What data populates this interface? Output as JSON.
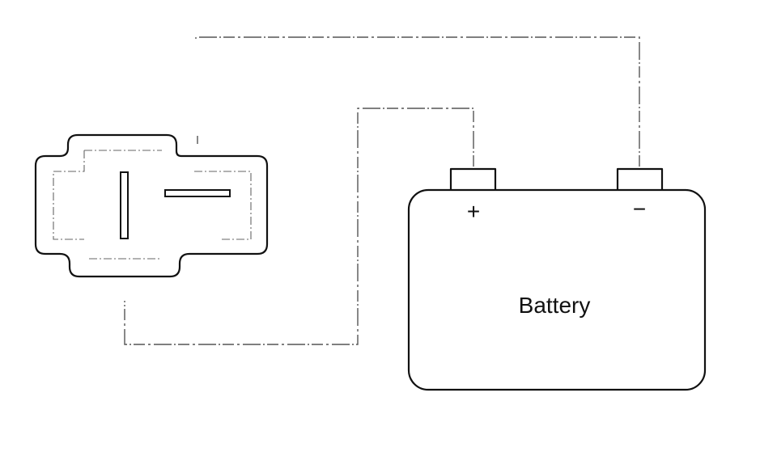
{
  "battery": {
    "label": "Battery",
    "positive_terminal": "+",
    "negative_terminal": "−"
  },
  "connector": {
    "blade_count": 2
  },
  "wires": {
    "style": "dashed"
  }
}
